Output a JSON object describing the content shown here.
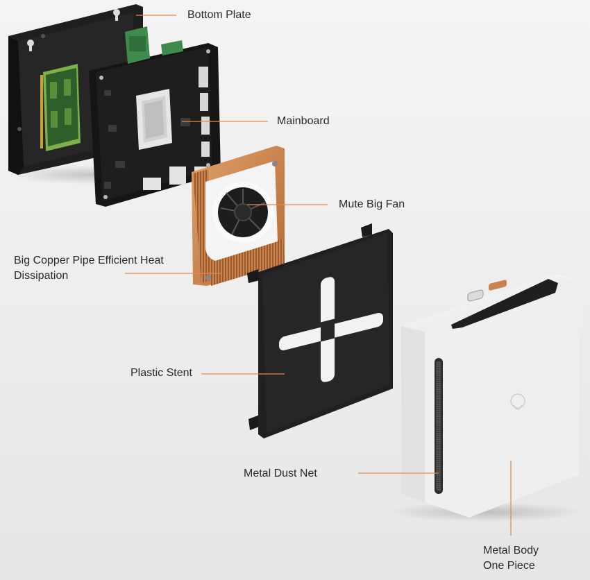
{
  "colors": {
    "leader_line": "#e58a4e",
    "board_black": "#1b1b1b",
    "copper": "#c9834f",
    "metal_body": "#f2f2f2"
  },
  "labels": {
    "bottom_plate": "Bottom Plate",
    "mainboard": "Mainboard",
    "mute_big_fan": "Mute Big Fan",
    "heat_line1": "Big Copper Pipe Efficient Heat",
    "heat_line2": "Dissipation",
    "plastic_stent": "Plastic Stent",
    "metal_dust_net": "Metal Dust Net",
    "body_line1": "Metal Body",
    "body_line2": "One Piece"
  },
  "components": [
    {
      "name": "bottom-plate",
      "icon": "bottom-plate-illustration"
    },
    {
      "name": "mainboard",
      "icon": "mainboard-illustration"
    },
    {
      "name": "fan",
      "icon": "fan-illustration"
    },
    {
      "name": "plastic-stent",
      "icon": "stent-illustration"
    },
    {
      "name": "metal-body",
      "icon": "metal-body-illustration"
    }
  ]
}
